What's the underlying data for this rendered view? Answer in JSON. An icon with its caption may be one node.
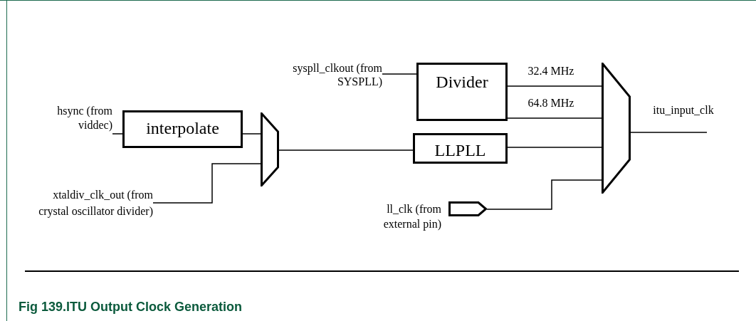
{
  "diagram": {
    "caption": "Fig 139.ITU Output Clock Generation",
    "nodes": [
      {
        "text": [
          "hsync (from viddec)"
        ]
      },
      {
        "text": [
          "interpolate"
        ]
      },
      {
        "text": [
          "xtaldiv_clk_out (from crystal oscillator divider)"
        ]
      },
      {
        "text": [],
        "shape": "trapezoid"
      },
      {
        "text": [
          "syspll_clkout (from SYSPLL)"
        ]
      },
      {
        "text": [
          "Divider"
        ]
      },
      {
        "text": [
          "LLPLL"
        ]
      },
      {
        "text": [],
        "shape": "pentagon",
        "beside": [
          "ll_clk (from external pin)"
        ]
      },
      {
        "text": [],
        "shape": "trapezoid"
      }
    ],
    "edges": [
      {
        "from": 0,
        "to": 1,
        "arrow": "none"
      },
      {
        "from": 1,
        "to": 3,
        "arrow": "none"
      },
      {
        "from": 2,
        "to": 3,
        "arrow": "none"
      },
      {
        "from": 3,
        "to": 6,
        "arrow": "none"
      },
      {
        "from": 4,
        "to": 5,
        "arrow": "none"
      },
      {
        "from": 5,
        "to": 8,
        "arrow": "none",
        "label": "32.4 MHz"
      },
      {
        "from": 5,
        "to": 8,
        "arrow": "none",
        "label": "64.8 MHz"
      },
      {
        "from": 6,
        "to": 8,
        "arrow": "none"
      },
      {
        "from": 7,
        "to": 8,
        "arrow": "none"
      },
      {
        "from": 8,
        "to": null,
        "arrow": "none",
        "label": "itu_input_clk"
      }
    ]
  }
}
